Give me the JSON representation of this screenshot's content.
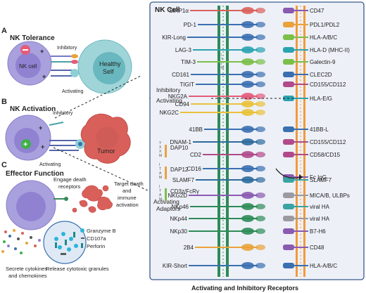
{
  "left": {
    "panel_a": {
      "letter": "A",
      "title": "NK Tolerance",
      "inhibitory": "Inhibitory",
      "activating": "Activating",
      "nk_cell": "NK cell",
      "healthy_self": "Healthy\nSelf"
    },
    "panel_b": {
      "letter": "B",
      "title": "NK Activation",
      "inhibitory": "Inhibitory",
      "activating": "Activating",
      "tumor": "Tumor"
    },
    "panel_c": {
      "letter": "C",
      "title": "Effector Function",
      "engage": "Engage death\nreceptors",
      "target_death": "Target death\nand\nimmune\nactivation",
      "secrete": "Secrete cytokines\nand chemokines",
      "release": "Release cytotoxic granules",
      "legend": [
        {
          "label": "Granzyme B",
          "color": "#2bb5d9"
        },
        {
          "label": "CD107a",
          "color": "#5a5a5a"
        },
        {
          "label": "Perforin",
          "color": "#1f8a8a"
        }
      ]
    }
  },
  "right": {
    "title": "NK Cell",
    "footer": "Activating and Inhibitory Receptors",
    "inhibitory_label": "Inhibitory",
    "activating_label": "Activating",
    "adaptor_label": "Activating\nAdaptors",
    "itim_letters": [
      "I",
      "T",
      "I",
      "M"
    ],
    "itam_letters": [
      "I",
      "T",
      "A",
      "M"
    ],
    "yxxm_letters": [
      "Y",
      "X",
      "X",
      "M"
    ],
    "receptors_left": [
      "SIRP1α",
      "PD-1",
      "KIR-Long",
      "LAG-3",
      "TIM-3",
      "CD161",
      "TIGIT",
      "NKG2A",
      "CD94",
      "NKG2C",
      "41BB",
      "DNAM-1",
      "CD2",
      "CD16",
      "SLAMF7",
      "NKG2D",
      "NKp46",
      "NKp44",
      "NKp30",
      "2B4",
      "KIR-Short"
    ],
    "adaptors": [
      "DAP10",
      "DAP12",
      "CD3z/FcRγ"
    ],
    "ligands_right": [
      "CD47",
      "PDL1/PDL2",
      "HLA-A/B/C",
      "HLA-D (MHC-II)",
      "Galectin-9",
      "CLEC2D",
      "CD155/CD112",
      "HLA-E/G",
      "41BB-L",
      "CD155/CD112",
      "CD58/CD15",
      "Fc IgG",
      "SLAMF7",
      "MICA/B, ULBPs",
      "viral HA",
      "viral HA",
      "B7-H6",
      "CD48",
      "HLA-A/B/C"
    ],
    "colors": {
      "membrane": "#2e8b57",
      "target_membrane": "#f29a3a",
      "panel_bg": "#edf0f7",
      "panel_border": "#3a5a8c",
      "cell": "#9a8fd6",
      "tumor": "#d9605a"
    }
  }
}
